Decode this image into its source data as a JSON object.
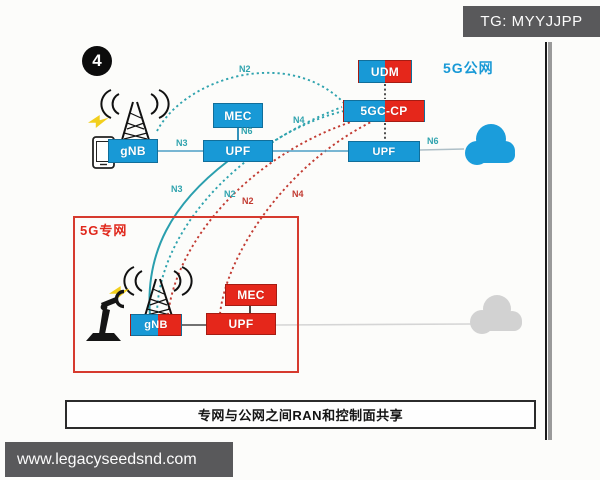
{
  "meta": {
    "step_number": "4"
  },
  "watermarks": {
    "telegram": "TG: MYYJJPP",
    "website": "www.legacyseedsnd.com"
  },
  "caption": "专网与公网之间RAN和控制面共享",
  "public_network": {
    "label": "5G公网",
    "nodes": {
      "gnb": "gNB",
      "mec": "MEC",
      "upf_core": "UPF",
      "upf_edge": "UPF",
      "udm": "UDM",
      "cp": "5GC-CP"
    }
  },
  "private_network": {
    "label": "5G专网",
    "nodes": {
      "gnb": "gNB",
      "mec": "MEC",
      "upf": "UPF"
    }
  },
  "interface_labels": {
    "n3_public_ran": "N3",
    "n6_public_mec": "N6",
    "n2_public": "N2",
    "n4_public": "N4",
    "n6_public_cloud": "N6",
    "n3_shared": "N3",
    "n2_shared_teal": "N2",
    "n2_shared_red": "N2",
    "n4_shared_red": "N4"
  },
  "colors": {
    "public_blue": "#1899d6",
    "private_red": "#e5271b",
    "teal_link": "#2fa3ae",
    "red_link": "#c23b32"
  }
}
